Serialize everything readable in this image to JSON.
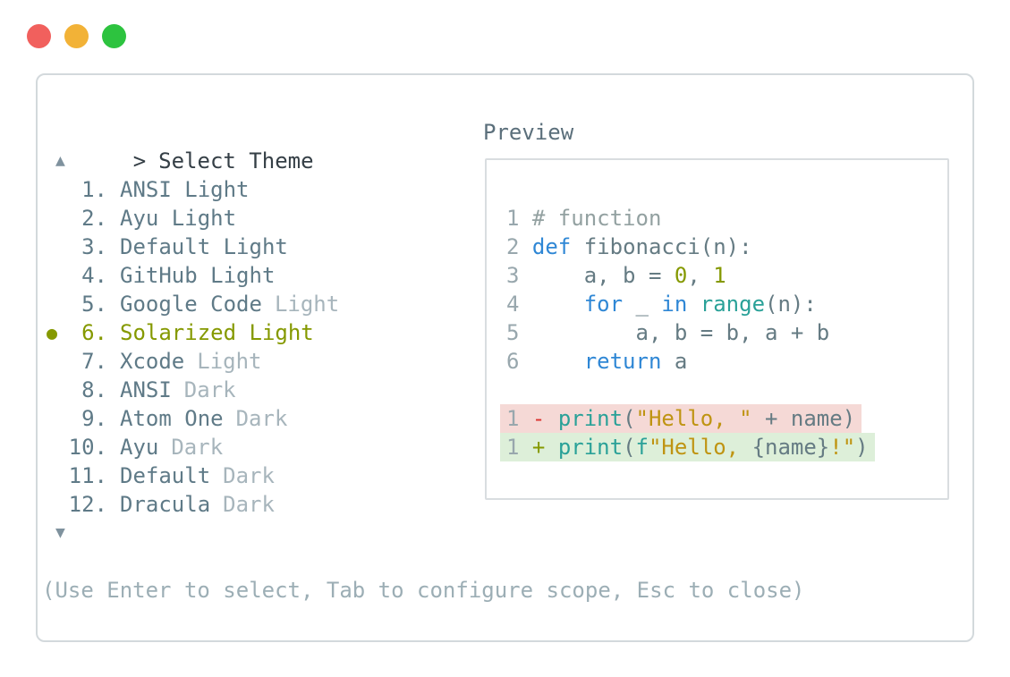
{
  "colors": {
    "tl_red": "#f1605d",
    "tl_yellow": "#f2b237",
    "tl_green": "#2dc33f",
    "panel_border": "#d3d9dc",
    "preview_border": "#d9dde0",
    "heading_text": "#353f46",
    "arrow": "#7f929e",
    "list_primary": "#5f7a87",
    "list_muted": "#a7b5bc",
    "selected": "#859900",
    "help": "#9caeb5",
    "preview_label": "#5b6f7b",
    "linenum": "#98a7ad",
    "comment": "#93a1a1",
    "keyword": "#2f87d5",
    "builtin": "#2aa198",
    "string": "#bf9412",
    "number": "#859900",
    "code_body": "#657b83",
    "diff_minus": "#dc322f",
    "diff_plus": "#859900",
    "diff_removed_bg": "#f5d9d6",
    "diff_added_bg": "#ddefd9"
  },
  "window": {
    "controls": [
      "close",
      "minimize",
      "zoom"
    ]
  },
  "theme_picker": {
    "prompt_symbol": ">",
    "title": "Select Theme",
    "scroll_up_icon": "▲",
    "scroll_down_icon": "▼",
    "selected_bullet_icon": "●",
    "help_text": "(Use Enter to select, Tab to configure scope, Esc to close)",
    "items": [
      {
        "number": "1.",
        "name": "ANSI Light",
        "variant": null,
        "selected": false
      },
      {
        "number": "2.",
        "name": "Ayu Light",
        "variant": null,
        "selected": false
      },
      {
        "number": "3.",
        "name": "Default Light",
        "variant": null,
        "selected": false
      },
      {
        "number": "4.",
        "name": "GitHub Light",
        "variant": null,
        "selected": false
      },
      {
        "number": "5.",
        "name": "Google Code",
        "variant": "Light",
        "selected": false
      },
      {
        "number": "6.",
        "name": "Solarized Light",
        "variant": null,
        "selected": true
      },
      {
        "number": "7.",
        "name": "Xcode",
        "variant": "Light",
        "selected": false
      },
      {
        "number": "8.",
        "name": "ANSI",
        "variant": "Dark",
        "selected": false
      },
      {
        "number": "9.",
        "name": "Atom One",
        "variant": "Dark",
        "selected": false
      },
      {
        "number": "10.",
        "name": "Ayu",
        "variant": "Dark",
        "selected": false
      },
      {
        "number": "11.",
        "name": "Default",
        "variant": "Dark",
        "selected": false
      },
      {
        "number": "12.",
        "name": "Dracula",
        "variant": "Dark",
        "selected": false
      }
    ]
  },
  "preview": {
    "label": "Preview",
    "code_lines": [
      {
        "num": "1",
        "diff": null,
        "tokens": [
          {
            "t": "# function",
            "c": "comment"
          }
        ]
      },
      {
        "num": "2",
        "diff": null,
        "tokens": [
          {
            "t": "def",
            "c": "keyword"
          },
          {
            "t": " fibonacci(n):",
            "c": "body"
          }
        ]
      },
      {
        "num": "3",
        "diff": null,
        "tokens": [
          {
            "t": "    a, b = ",
            "c": "body"
          },
          {
            "t": "0",
            "c": "number"
          },
          {
            "t": ", ",
            "c": "body"
          },
          {
            "t": "1",
            "c": "number"
          }
        ]
      },
      {
        "num": "4",
        "diff": null,
        "tokens": [
          {
            "t": "    ",
            "c": "body"
          },
          {
            "t": "for",
            "c": "keyword"
          },
          {
            "t": " _ ",
            "c": "body"
          },
          {
            "t": "in",
            "c": "keyword"
          },
          {
            "t": " ",
            "c": "body"
          },
          {
            "t": "range",
            "c": "builtin"
          },
          {
            "t": "(n):",
            "c": "body"
          }
        ]
      },
      {
        "num": "5",
        "diff": null,
        "tokens": [
          {
            "t": "        a, b = b, a + b",
            "c": "body"
          }
        ]
      },
      {
        "num": "6",
        "diff": null,
        "tokens": [
          {
            "t": "    ",
            "c": "body"
          },
          {
            "t": "return",
            "c": "keyword"
          },
          {
            "t": " a",
            "c": "body"
          }
        ]
      },
      {
        "num": "",
        "diff": null,
        "tokens": []
      },
      {
        "num": "1",
        "diff": "removed",
        "tokens": [
          {
            "t": "- ",
            "c": "diff_minus"
          },
          {
            "t": "print",
            "c": "builtin"
          },
          {
            "t": "(",
            "c": "body"
          },
          {
            "t": "\"Hello, \"",
            "c": "string"
          },
          {
            "t": " + name)",
            "c": "body"
          }
        ]
      },
      {
        "num": "1",
        "diff": "added",
        "tokens": [
          {
            "t": "+ ",
            "c": "diff_plus"
          },
          {
            "t": "print",
            "c": "builtin"
          },
          {
            "t": "(",
            "c": "body"
          },
          {
            "t": "f",
            "c": "builtin"
          },
          {
            "t": "\"Hello, ",
            "c": "string"
          },
          {
            "t": "{name}",
            "c": "body"
          },
          {
            "t": "!\"",
            "c": "string"
          },
          {
            "t": ")",
            "c": "body"
          }
        ]
      }
    ]
  }
}
